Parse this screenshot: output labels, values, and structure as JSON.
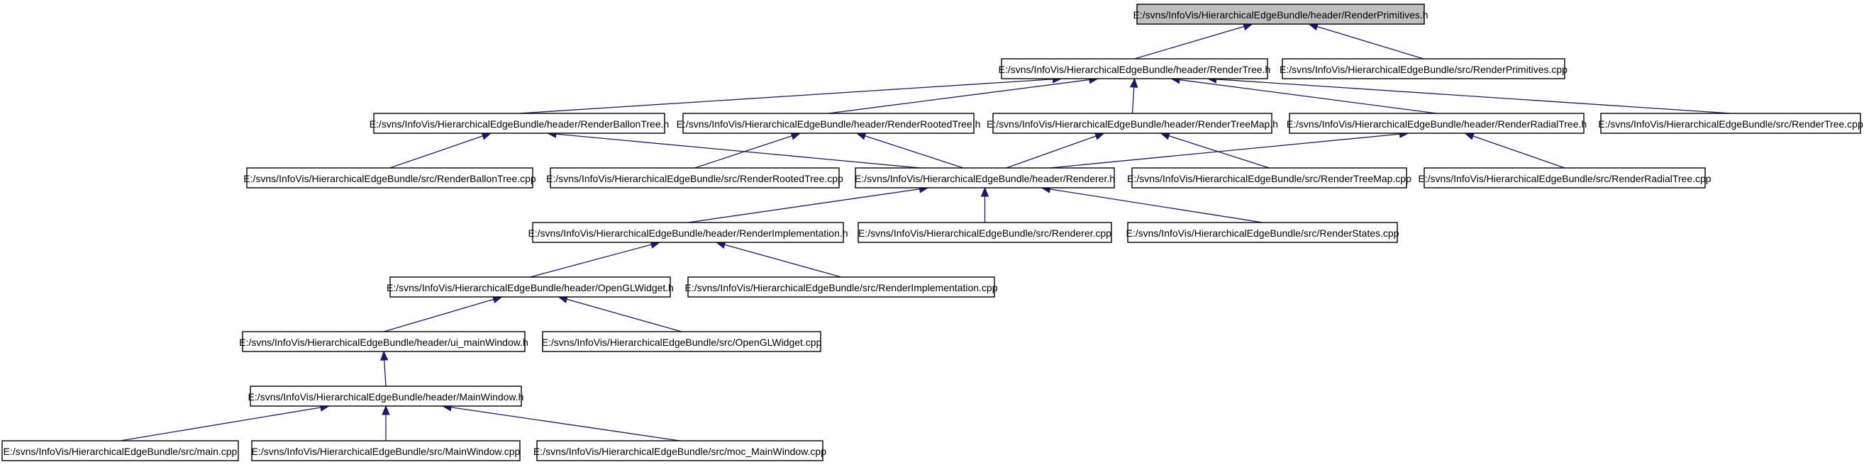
{
  "graph": {
    "colors": {
      "edge": "#191970",
      "root_fill": "#bfbfbf",
      "node_fill": "#ffffff",
      "border": "#000000"
    },
    "nodes": [
      {
        "id": "renderprimitives_h",
        "label": "E:/svns/InfoVis/HierarchicalEdgeBundle/header/RenderPrimitives.h",
        "root": true
      },
      {
        "id": "rendertree_h",
        "label": "E:/svns/InfoVis/HierarchicalEdgeBundle/header/RenderTree.h"
      },
      {
        "id": "renderprimitives_cpp",
        "label": "E:/svns/InfoVis/HierarchicalEdgeBundle/src/RenderPrimitives.cpp"
      },
      {
        "id": "renderballontree_h",
        "label": "E:/svns/InfoVis/HierarchicalEdgeBundle/header/RenderBallonTree.h"
      },
      {
        "id": "renderrootedtree_h",
        "label": "E:/svns/InfoVis/HierarchicalEdgeBundle/header/RenderRootedTree.h"
      },
      {
        "id": "rendertreemap_h",
        "label": "E:/svns/InfoVis/HierarchicalEdgeBundle/header/RenderTreeMap.h"
      },
      {
        "id": "renderradialtree_h",
        "label": "E:/svns/InfoVis/HierarchicalEdgeBundle/header/RenderRadialTree.h"
      },
      {
        "id": "rendertree_cpp",
        "label": "E:/svns/InfoVis/HierarchicalEdgeBundle/src/RenderTree.cpp"
      },
      {
        "id": "renderballontree_cpp",
        "label": "E:/svns/InfoVis/HierarchicalEdgeBundle/src/RenderBallonTree.cpp"
      },
      {
        "id": "renderrootedtree_cpp",
        "label": "E:/svns/InfoVis/HierarchicalEdgeBundle/src/RenderRootedTree.cpp"
      },
      {
        "id": "renderer_h",
        "label": "E:/svns/InfoVis/HierarchicalEdgeBundle/header/Renderer.h"
      },
      {
        "id": "rendertreemap_cpp",
        "label": "E:/svns/InfoVis/HierarchicalEdgeBundle/src/RenderTreeMap.cpp"
      },
      {
        "id": "renderradialtree_cpp",
        "label": "E:/svns/InfoVis/HierarchicalEdgeBundle/src/RenderRadialTree.cpp"
      },
      {
        "id": "renderimplementation_h",
        "label": "E:/svns/InfoVis/HierarchicalEdgeBundle/header/RenderImplementation.h"
      },
      {
        "id": "renderer_cpp",
        "label": "E:/svns/InfoVis/HierarchicalEdgeBundle/src/Renderer.cpp"
      },
      {
        "id": "renderstates_cpp",
        "label": "E:/svns/InfoVis/HierarchicalEdgeBundle/src/RenderStates.cpp"
      },
      {
        "id": "openglwidget_h",
        "label": "E:/svns/InfoVis/HierarchicalEdgeBundle/header/OpenGLWidget.h"
      },
      {
        "id": "renderimplementation_cpp",
        "label": "E:/svns/InfoVis/HierarchicalEdgeBundle/src/RenderImplementation.cpp"
      },
      {
        "id": "ui_mainwindow_h",
        "label": "E:/svns/InfoVis/HierarchicalEdgeBundle/header/ui_mainWindow.h"
      },
      {
        "id": "openglwidget_cpp",
        "label": "E:/svns/InfoVis/HierarchicalEdgeBundle/src/OpenGLWidget.cpp"
      },
      {
        "id": "mainwindow_h",
        "label": "E:/svns/InfoVis/HierarchicalEdgeBundle/header/MainWindow.h"
      },
      {
        "id": "main_cpp",
        "label": "E:/svns/InfoVis/HierarchicalEdgeBundle/src/main.cpp"
      },
      {
        "id": "mainwindow_cpp",
        "label": "E:/svns/InfoVis/HierarchicalEdgeBundle/src/MainWindow.cpp"
      },
      {
        "id": "moc_mainwindow_cpp",
        "label": "E:/svns/InfoVis/HierarchicalEdgeBundle/src/moc_MainWindow.cpp"
      }
    ],
    "edges": [
      {
        "from": "rendertree_h",
        "to": "renderprimitives_h"
      },
      {
        "from": "renderprimitives_cpp",
        "to": "renderprimitives_h"
      },
      {
        "from": "renderballontree_h",
        "to": "rendertree_h"
      },
      {
        "from": "renderrootedtree_h",
        "to": "rendertree_h"
      },
      {
        "from": "rendertreemap_h",
        "to": "rendertree_h"
      },
      {
        "from": "renderradialtree_h",
        "to": "rendertree_h"
      },
      {
        "from": "rendertree_cpp",
        "to": "rendertree_h"
      },
      {
        "from": "renderballontree_cpp",
        "to": "renderballontree_h"
      },
      {
        "from": "renderer_h",
        "to": "renderballontree_h"
      },
      {
        "from": "renderrootedtree_cpp",
        "to": "renderrootedtree_h"
      },
      {
        "from": "renderer_h",
        "to": "renderrootedtree_h"
      },
      {
        "from": "renderer_h",
        "to": "rendertreemap_h"
      },
      {
        "from": "rendertreemap_cpp",
        "to": "rendertreemap_h"
      },
      {
        "from": "renderer_h",
        "to": "renderradialtree_h"
      },
      {
        "from": "renderradialtree_cpp",
        "to": "renderradialtree_h"
      },
      {
        "from": "renderimplementation_h",
        "to": "renderer_h"
      },
      {
        "from": "renderer_cpp",
        "to": "renderer_h"
      },
      {
        "from": "renderstates_cpp",
        "to": "renderer_h"
      },
      {
        "from": "openglwidget_h",
        "to": "renderimplementation_h"
      },
      {
        "from": "renderimplementation_cpp",
        "to": "renderimplementation_h"
      },
      {
        "from": "ui_mainwindow_h",
        "to": "openglwidget_h"
      },
      {
        "from": "openglwidget_cpp",
        "to": "openglwidget_h"
      },
      {
        "from": "mainwindow_h",
        "to": "ui_mainwindow_h"
      },
      {
        "from": "main_cpp",
        "to": "mainwindow_h"
      },
      {
        "from": "mainwindow_cpp",
        "to": "mainwindow_h"
      },
      {
        "from": "moc_mainwindow_cpp",
        "to": "mainwindow_h"
      }
    ]
  }
}
